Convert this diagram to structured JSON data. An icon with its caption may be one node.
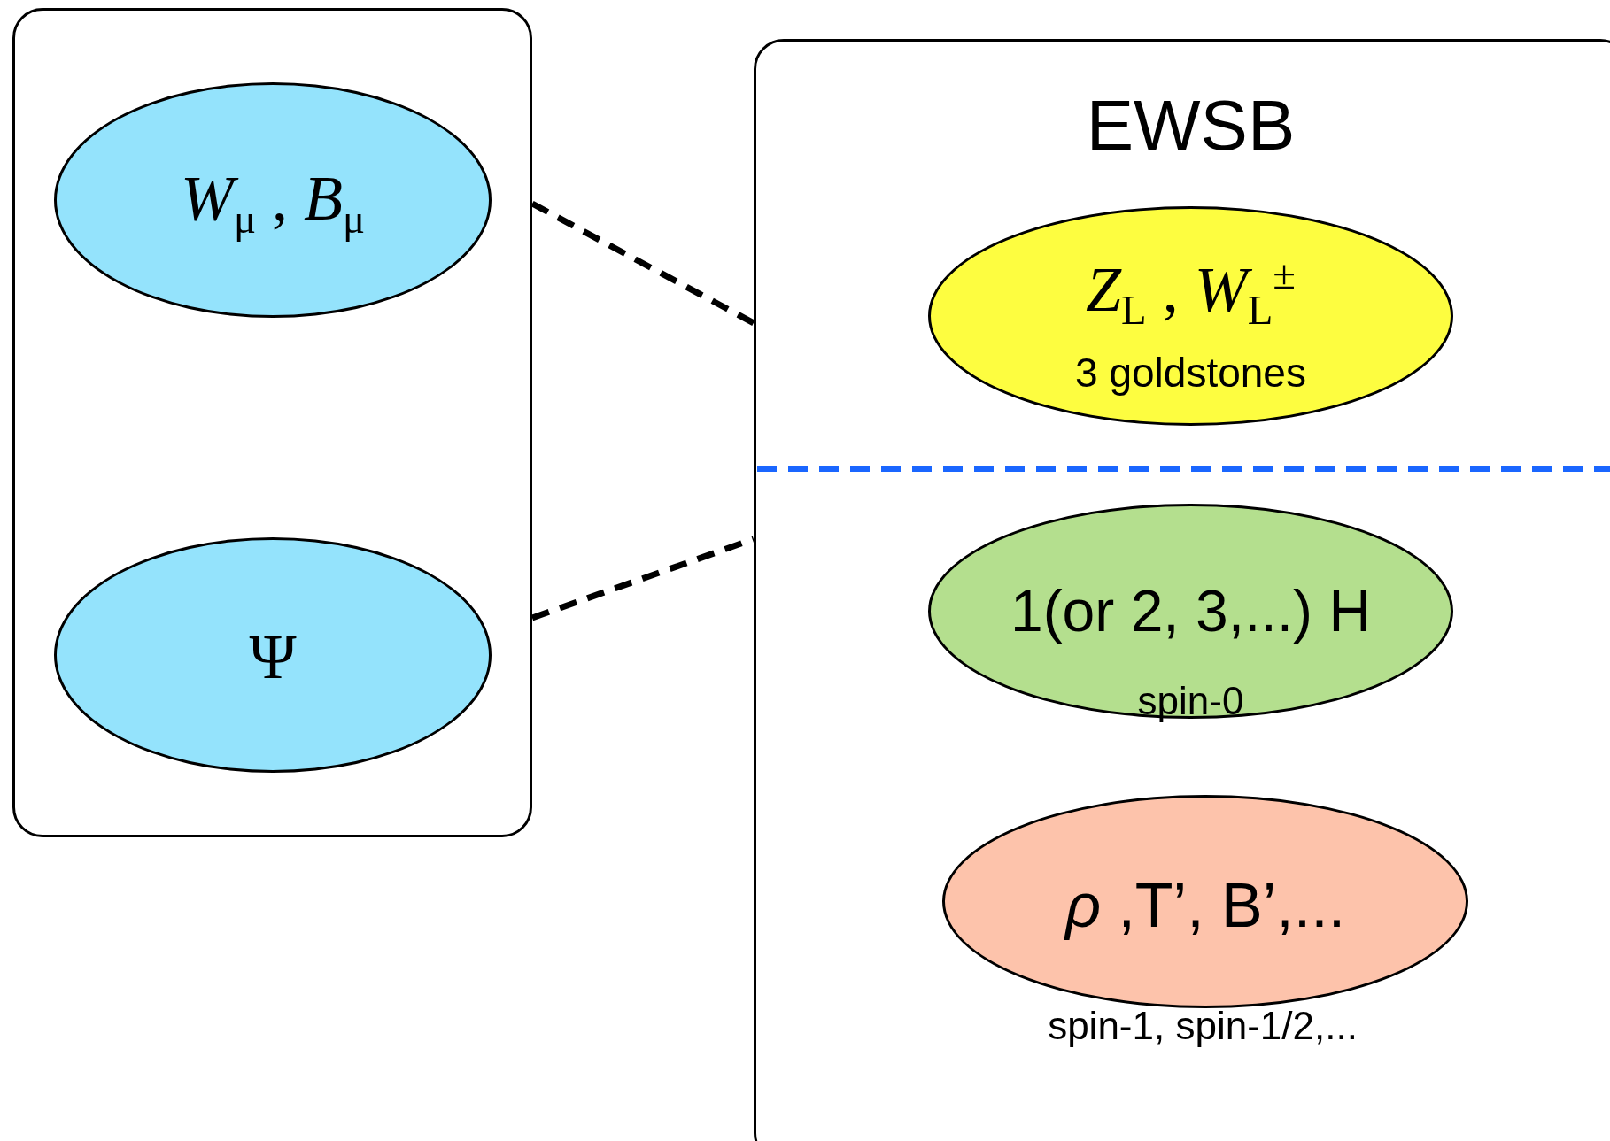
{
  "diagram": {
    "nodes": [
      {
        "text": [],
        "shape": "box"
      },
      {
        "text": [
          "*W*$_{μ}$ , *B*$_{μ}$"
        ],
        "in": 0
      },
      {
        "text": [
          "Ψ"
        ],
        "in": 0
      },
      {
        "text": [
          "EWSB"
        ]
      },
      {
        "text": [
          "*Z*$_{L}$ , *W*$_{L}$$^{±}$",
          "3 goldstones"
        ],
        "in": 3
      },
      {
        "text": [
          "1(or 2, 3,...) H",
          "spin-0"
        ],
        "in": 3
      },
      {
        "text": [
          "*ρ* ,T’, B’,..."
        ],
        "beside": [
          "spin-1, spin-1/2,..."
        ],
        "in": 3
      }
    ],
    "edges": [
      {
        "from": 0,
        "to": 3,
        "arrow": "none",
        "style": "dashed"
      },
      {
        "from": 0,
        "to": 3,
        "arrow": "none",
        "style": "dashed"
      }
    ]
  }
}
